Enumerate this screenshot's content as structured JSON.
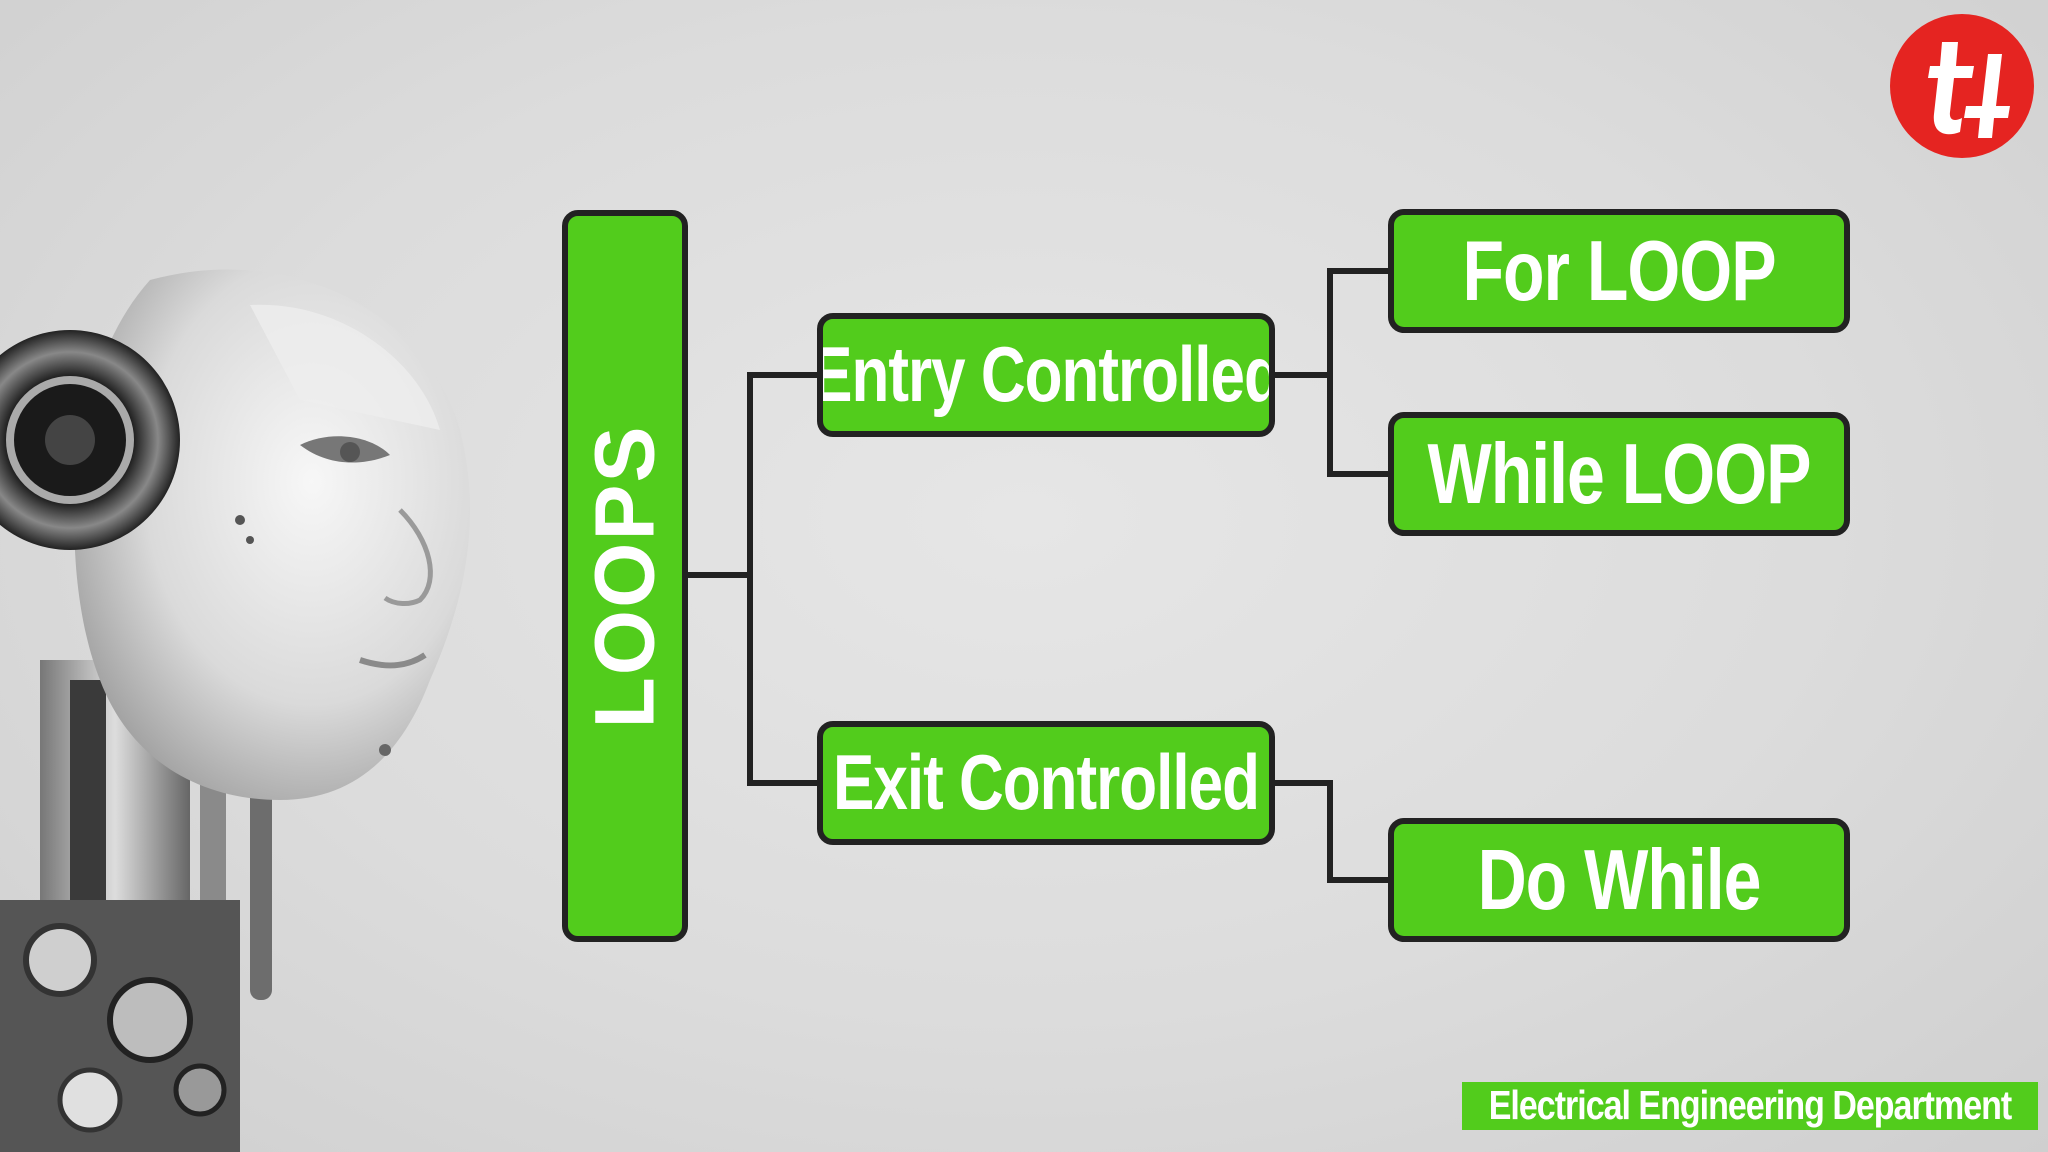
{
  "diagram": {
    "root_label": "LOOPS",
    "branches": [
      {
        "label": "Entry Controlled",
        "children": [
          "For LOOP",
          "While LOOP"
        ]
      },
      {
        "label": "Exit Controlled",
        "children": [
          "Do While"
        ]
      }
    ]
  },
  "footer": {
    "department": "Electrical Engineering Department"
  },
  "colors": {
    "node_fill": "#52cc1c",
    "node_border": "#222222",
    "logo_red": "#e52421",
    "text": "#ffffff"
  },
  "icons": {
    "logo": "brand-logo-icon",
    "illustration": "robot-head-illustration"
  }
}
